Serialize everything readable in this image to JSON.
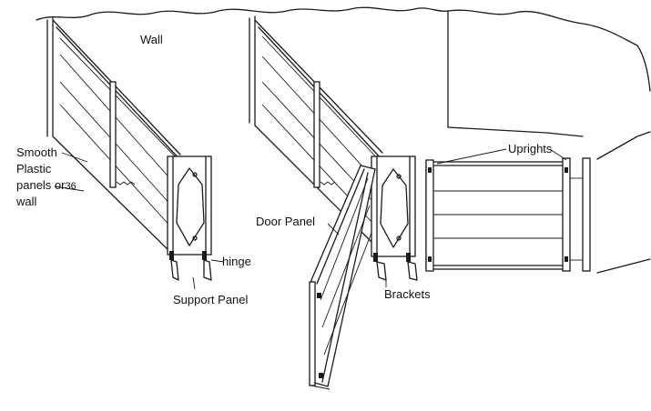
{
  "labels": {
    "wall": "Wall",
    "smooth_line1": "Smooth",
    "smooth_line2": "Plastic",
    "smooth_line3": "panels or",
    "smooth_number": "36",
    "smooth_line4": "wall",
    "hinge": "hinge",
    "support_panel": "Support Panel",
    "door_panel": "Door Panel",
    "brackets": "Brackets",
    "uprights": "Uprights"
  }
}
